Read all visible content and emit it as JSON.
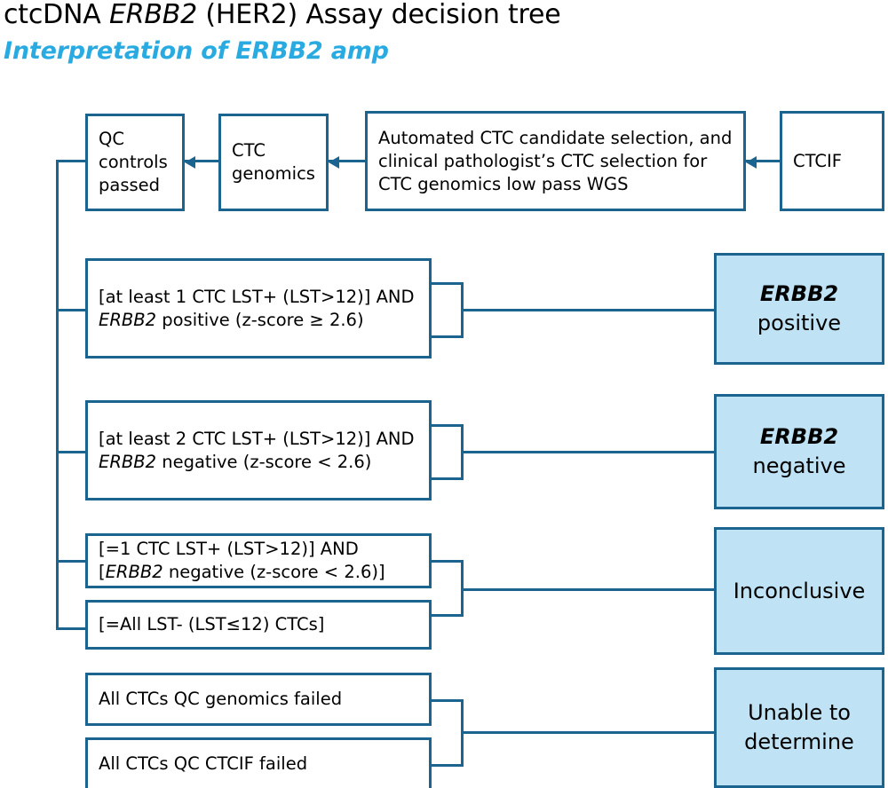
{
  "header": {
    "title_pre": "ctcDNA ",
    "title_italic": "ERBB2",
    "title_post": " (HER2) Assay decision tree",
    "subtitle": "Interpretation of ERBB2 amp"
  },
  "colors": {
    "line": "#1b6490",
    "result_fill": "#bfe3f5",
    "subtitle": "#29abe2",
    "text": "#000000",
    "background": "#ffffff"
  },
  "pipeline": {
    "qc_controls_passed": "QC\ncontrols\npassed",
    "ctc_genomics": "CTC\ngenomics",
    "automated_selection": "Automated CTC candidate selection, and clinical pathologist’s CTC selection for CTC genomics low pass WGS",
    "ctcif": "CTCIF"
  },
  "criteria": [
    {
      "id": "erbb2-positive-criterion",
      "line1": "[at least 1 CTC LST+ (LST>12)] AND",
      "line2_italic": "ERBB2",
      "line2_rest": " positive (z-score ≥ 2.6)"
    },
    {
      "id": "erbb2-negative-criterion",
      "line1": "[at least 2 CTC LST+ (LST>12)] AND",
      "line2_italic": "ERBB2",
      "line2_rest": " negative (z-score < 2.6)"
    },
    {
      "id": "inconclusive-criterion-1",
      "line1": "[=1 CTC LST+ (LST>12)] AND",
      "line2_pre": "[",
      "line2_italic": "ERBB2",
      "line2_rest": " negative (z-score < 2.6)]"
    },
    {
      "id": "inconclusive-criterion-2",
      "line1": "[=All LST- (LST≤12) CTCs]"
    },
    {
      "id": "unable-criterion-1",
      "line1": "All CTCs QC genomics failed"
    },
    {
      "id": "unable-criterion-2",
      "line1": "All CTCs QC CTCIF failed"
    }
  ],
  "results": [
    {
      "id": "result-erbb2-positive",
      "gene": "ERBB2",
      "status": "positive"
    },
    {
      "id": "result-erbb2-negative",
      "gene": "ERBB2",
      "status": "negative"
    },
    {
      "id": "result-inconclusive",
      "label": "Inconclusive"
    },
    {
      "id": "result-unable-to-determine",
      "label": "Unable to\ndetermine"
    }
  ]
}
